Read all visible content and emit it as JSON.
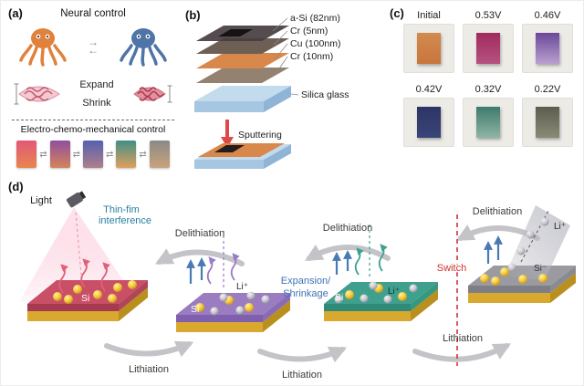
{
  "panels": {
    "a": {
      "label": "(a)",
      "title": "Neural control",
      "expand_label": "Expand",
      "shrink_label": "Shrink",
      "subtitle": "Electro-chemo-mechanical control",
      "octopus_left_color": "#e0813c",
      "octopus_right_color": "#4f74a8",
      "octo_arrow_right": "→",
      "octo_arrow_left": "←",
      "swatch_arrow": "⇄",
      "state_swatches": [
        {
          "top": "#e25878",
          "bottom": "#e8854f"
        },
        {
          "top": "#8f4f9f",
          "bottom": "#d4845a"
        },
        {
          "top": "#5560b2",
          "bottom": "#b07f8a"
        },
        {
          "top": "#3f8f86",
          "bottom": "#e0a05f"
        },
        {
          "top": "#8a8a88",
          "bottom": "#caa27a"
        }
      ]
    },
    "b": {
      "label": "(b)",
      "layers": [
        {
          "name": "a-Si (82nm)",
          "color": "#453d40"
        },
        {
          "name": "Cr (5nm)",
          "color": "#6e5f55"
        },
        {
          "name": "Cu (100nm)",
          "color": "#d8884a"
        },
        {
          "name": "Cr (10nm)",
          "color": "#93826f"
        }
      ],
      "substrate_label": "Silica glass",
      "process_label": "Sputtering",
      "glass_color": "#c2dcee",
      "arrow_color": "#e04848"
    },
    "c": {
      "label": "(c)",
      "samples": [
        {
          "label": "Initial",
          "top": "#d28a4e",
          "bottom": "#c9763d"
        },
        {
          "label": "0.53V",
          "top": "#a12a5e",
          "bottom": "#b5537f"
        },
        {
          "label": "0.46V",
          "top": "#6a4898",
          "bottom": "#b9a0d0"
        },
        {
          "label": "0.42V",
          "top": "#2c3564",
          "bottom": "#3a4578"
        },
        {
          "label": "0.32V",
          "top": "#3e7a6c",
          "bottom": "#8fb5a5"
        },
        {
          "label": "0.22V",
          "top": "#5c5d4e",
          "bottom": "#8a8a76"
        }
      ]
    },
    "d": {
      "label": "(d)",
      "light_label": "Light",
      "interference_line1": "Thin-fim",
      "interference_line2": "interference",
      "delithiation_label": "Delithiation",
      "lithiation_label": "Lithiation",
      "expansion_line1": "Expansion/",
      "expansion_line2": "Shrinkage",
      "switch_label": "Switch",
      "si_label": "Si",
      "si_state_label": "Si⁻",
      "li_label": "Li⁺",
      "colors": {
        "slab1": "#c84f66",
        "slab2": "#9b7cc0",
        "slab3": "#3fa08e",
        "slab4": "#9a9aa0",
        "gold": "#d9a92f",
        "switch_red": "#d03030",
        "arrow_gray": "#c4c4c8",
        "ion_arrow_blue": "#4a7ab5",
        "interference_text": "#2a7fa0",
        "expansion_text": "#3f72b5"
      }
    }
  }
}
